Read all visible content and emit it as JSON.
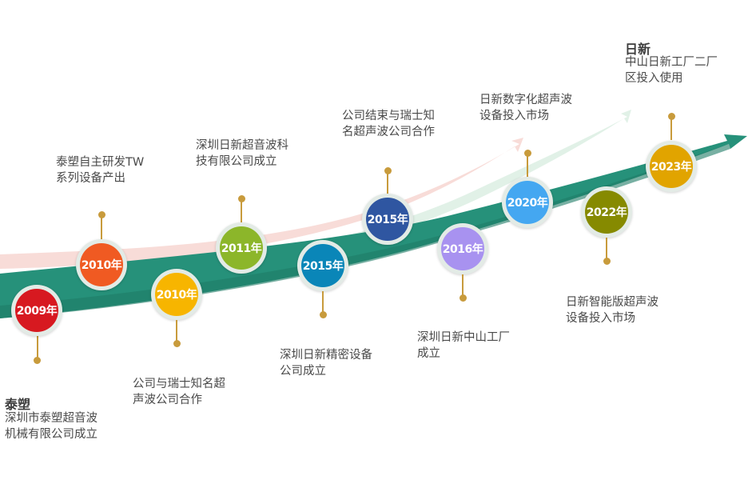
{
  "colors": {
    "band": "#26917a",
    "band_dark": "#1e7c66",
    "pink_ribbon": "#f7d8d4",
    "green_ribbon": "#dff0e6",
    "stem": "#c89b3c"
  },
  "milestones": [
    {
      "id": "m2009",
      "label": "2009年",
      "color": "#d71920"
    },
    {
      "id": "m2010a",
      "label": "2010年",
      "color": "#f05a22"
    },
    {
      "id": "m2010b",
      "label": "2010年",
      "color": "#f7b500"
    },
    {
      "id": "m2011",
      "label": "2011年",
      "color": "#8cb62a"
    },
    {
      "id": "m2015a",
      "label": "2015年",
      "color": "#0a86b8"
    },
    {
      "id": "m2015b",
      "label": "2015年",
      "color": "#2f56a1"
    },
    {
      "id": "m2016",
      "label": "2016年",
      "color": "#a892f0"
    },
    {
      "id": "m2020",
      "label": "2020年",
      "color": "#44a7f1"
    },
    {
      "id": "m2022",
      "label": "2022年",
      "color": "#868a00"
    },
    {
      "id": "m2023",
      "label": "2023年",
      "color": "#e1a400"
    }
  ],
  "captions": {
    "c2009_title": "泰塑",
    "c2009": "深圳市泰塑超音波\n机械有限公司成立",
    "c2010a": "泰塑自主研发TW\n系列设备产出",
    "c2010b": "公司与瑞士知名超\n声波公司合作",
    "c2011": "深圳日新超音波科\n技有限公司成立",
    "c2015a": "深圳日新精密设备\n公司成立",
    "c2015b": "公司结束与瑞士知\n名超声波公司合作",
    "c2016": "深圳日新中山工厂\n成立",
    "c2020": "日新数字化超声波\n设备投入市场",
    "c2022": "日新智能版超声波\n设备投入市场",
    "c2023_title": "日新",
    "c2023": "中山日新工厂二厂\n区投入使用"
  }
}
